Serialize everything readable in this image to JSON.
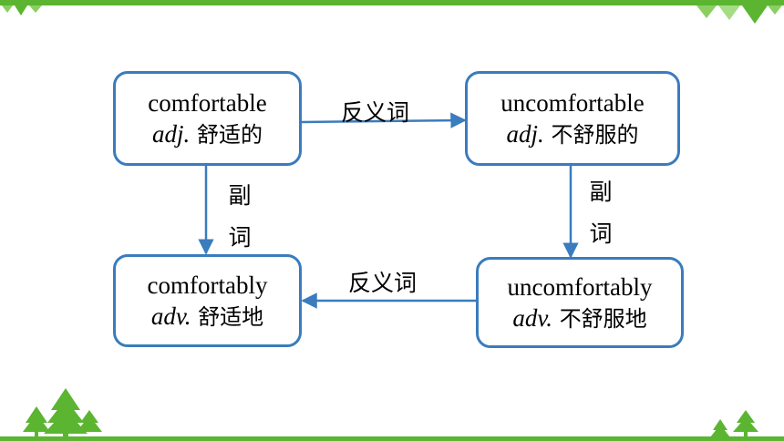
{
  "nodes": {
    "adj": {
      "word": "comfortable",
      "pos": "adj.",
      "meaning": "舒适的"
    },
    "adj_neg": {
      "word": "uncomfortable",
      "pos": "adj.",
      "meaning": "不舒服的"
    },
    "adv": {
      "word": "comfortably",
      "pos": "adv.",
      "meaning": "舒适地"
    },
    "adv_neg": {
      "word": "uncomfortably",
      "pos": "adv.",
      "meaning": "不舒服地"
    }
  },
  "edges": {
    "antonym_top": "反义词",
    "antonym_bottom": "反义词",
    "adverb_left": [
      "副",
      "词"
    ],
    "adverb_right": [
      "副",
      "词"
    ]
  },
  "colors": {
    "box_border": "#3a7cbd",
    "arrow": "#3a7cbd",
    "bar": "#5bb531",
    "tree": "#5bb531"
  }
}
